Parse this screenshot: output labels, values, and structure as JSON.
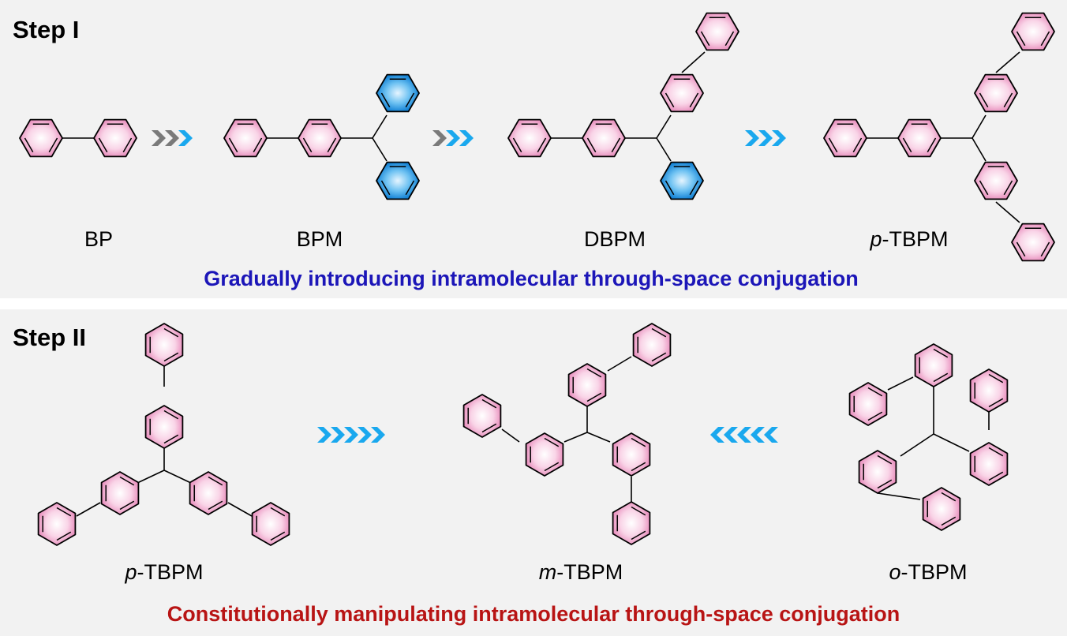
{
  "step1": {
    "title": "Step I",
    "labels": {
      "bp": "BP",
      "bpm": "BPM",
      "dbpm": "DBPM",
      "ptbpm_prefix": "p",
      "ptbpm_suffix": "-TBPM"
    },
    "caption": "Gradually introducing intramolecular through-space conjugation",
    "caption_color": "#1c16b8"
  },
  "step2": {
    "title": "Step II",
    "labels": {
      "p_prefix": "p",
      "p_suffix": "-TBPM",
      "m_prefix": "m",
      "m_suffix": "-TBPM",
      "o_prefix": "o",
      "o_suffix": "-TBPM"
    },
    "caption": "Constitutionally manipulating intramolecular through-space conjugation",
    "caption_color": "#b81414"
  },
  "colors": {
    "ring_pink": "#f7c2dd",
    "ring_blue": "#3fa3e3",
    "arrow_gray": "#7a7a7a",
    "arrow_blue": "#1aa8ee"
  }
}
